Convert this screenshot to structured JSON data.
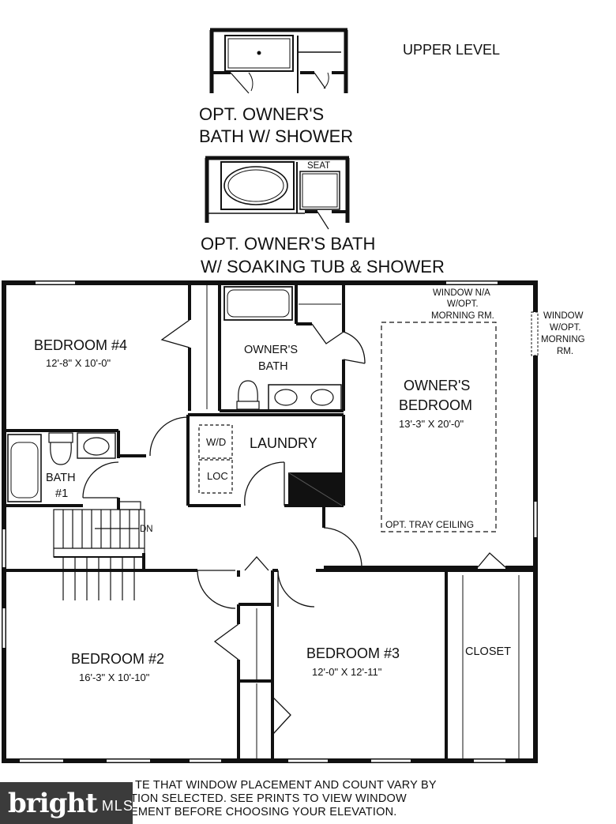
{
  "header": {
    "level_label": "UPPER LEVEL"
  },
  "options": {
    "opt1_line1": "OPT. OWNER'S",
    "opt1_line2": "BATH W/ SHOWER",
    "opt2_line1": "OPT. OWNER'S BATH",
    "opt2_line2": "W/ SOAKING TUB & SHOWER",
    "seat_label": "SEAT"
  },
  "rooms": {
    "bedroom4": {
      "name": "BEDROOM #4",
      "size": "12'-8\" X 10'-0\""
    },
    "owners_bath": {
      "line1": "OWNER'S",
      "line2": "BATH"
    },
    "owners_bedroom": {
      "line1": "OWNER'S",
      "line2": "BEDROOM",
      "size": "13'-3\" X 20'-0\""
    },
    "laundry": {
      "name": "LAUNDRY",
      "wd": "W/D",
      "loc": "LOC"
    },
    "bath1": {
      "line1": "BATH",
      "line2": "#1"
    },
    "stairs": {
      "dn": "DN"
    },
    "bedroom2": {
      "name": "BEDROOM #2",
      "size": "16'-3\" X 10'-10\""
    },
    "bedroom3": {
      "name": "BEDROOM #3",
      "size": "12'-0\" X 12'-11\""
    },
    "closet": {
      "name": "CLOSET"
    },
    "tray_ceiling": "OPT. TRAY CEILING"
  },
  "annotations": {
    "window_na_1": "WINDOW N/A",
    "window_na_2": "W/OPT.",
    "window_na_3": "MORNING RM.",
    "window_right_1": "WINDOW",
    "window_right_2": "W/OPT.",
    "window_right_3": "MORNING",
    "window_right_4": "RM."
  },
  "footer": {
    "note_line1": "TE THAT WINDOW PLACEMENT AND COUNT VARY BY",
    "note_line2": "TION SELECTED.  SEE PRINTS TO VIEW WINDOW",
    "note_line3": "EMENT BEFORE CHOOSING YOUR ELEVATION.",
    "logo_text": "bright",
    "logo_suffix": "MLS"
  }
}
